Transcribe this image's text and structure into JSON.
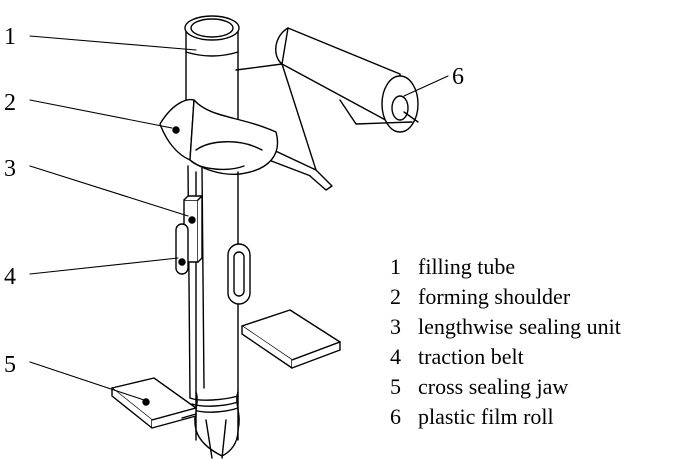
{
  "callouts": [
    "1",
    "2",
    "3",
    "4",
    "5",
    "6"
  ],
  "legend": [
    {
      "num": "1",
      "text": "filling tube"
    },
    {
      "num": "2",
      "text": "forming shoulder"
    },
    {
      "num": "3",
      "text": "lengthwise sealing unit"
    },
    {
      "num": "4",
      "text": "traction belt"
    },
    {
      "num": "5",
      "text": "cross sealing jaw"
    },
    {
      "num": "6",
      "text": "plastic film roll"
    }
  ],
  "colors": {
    "ink": "#000000",
    "background": "#ffffff"
  }
}
